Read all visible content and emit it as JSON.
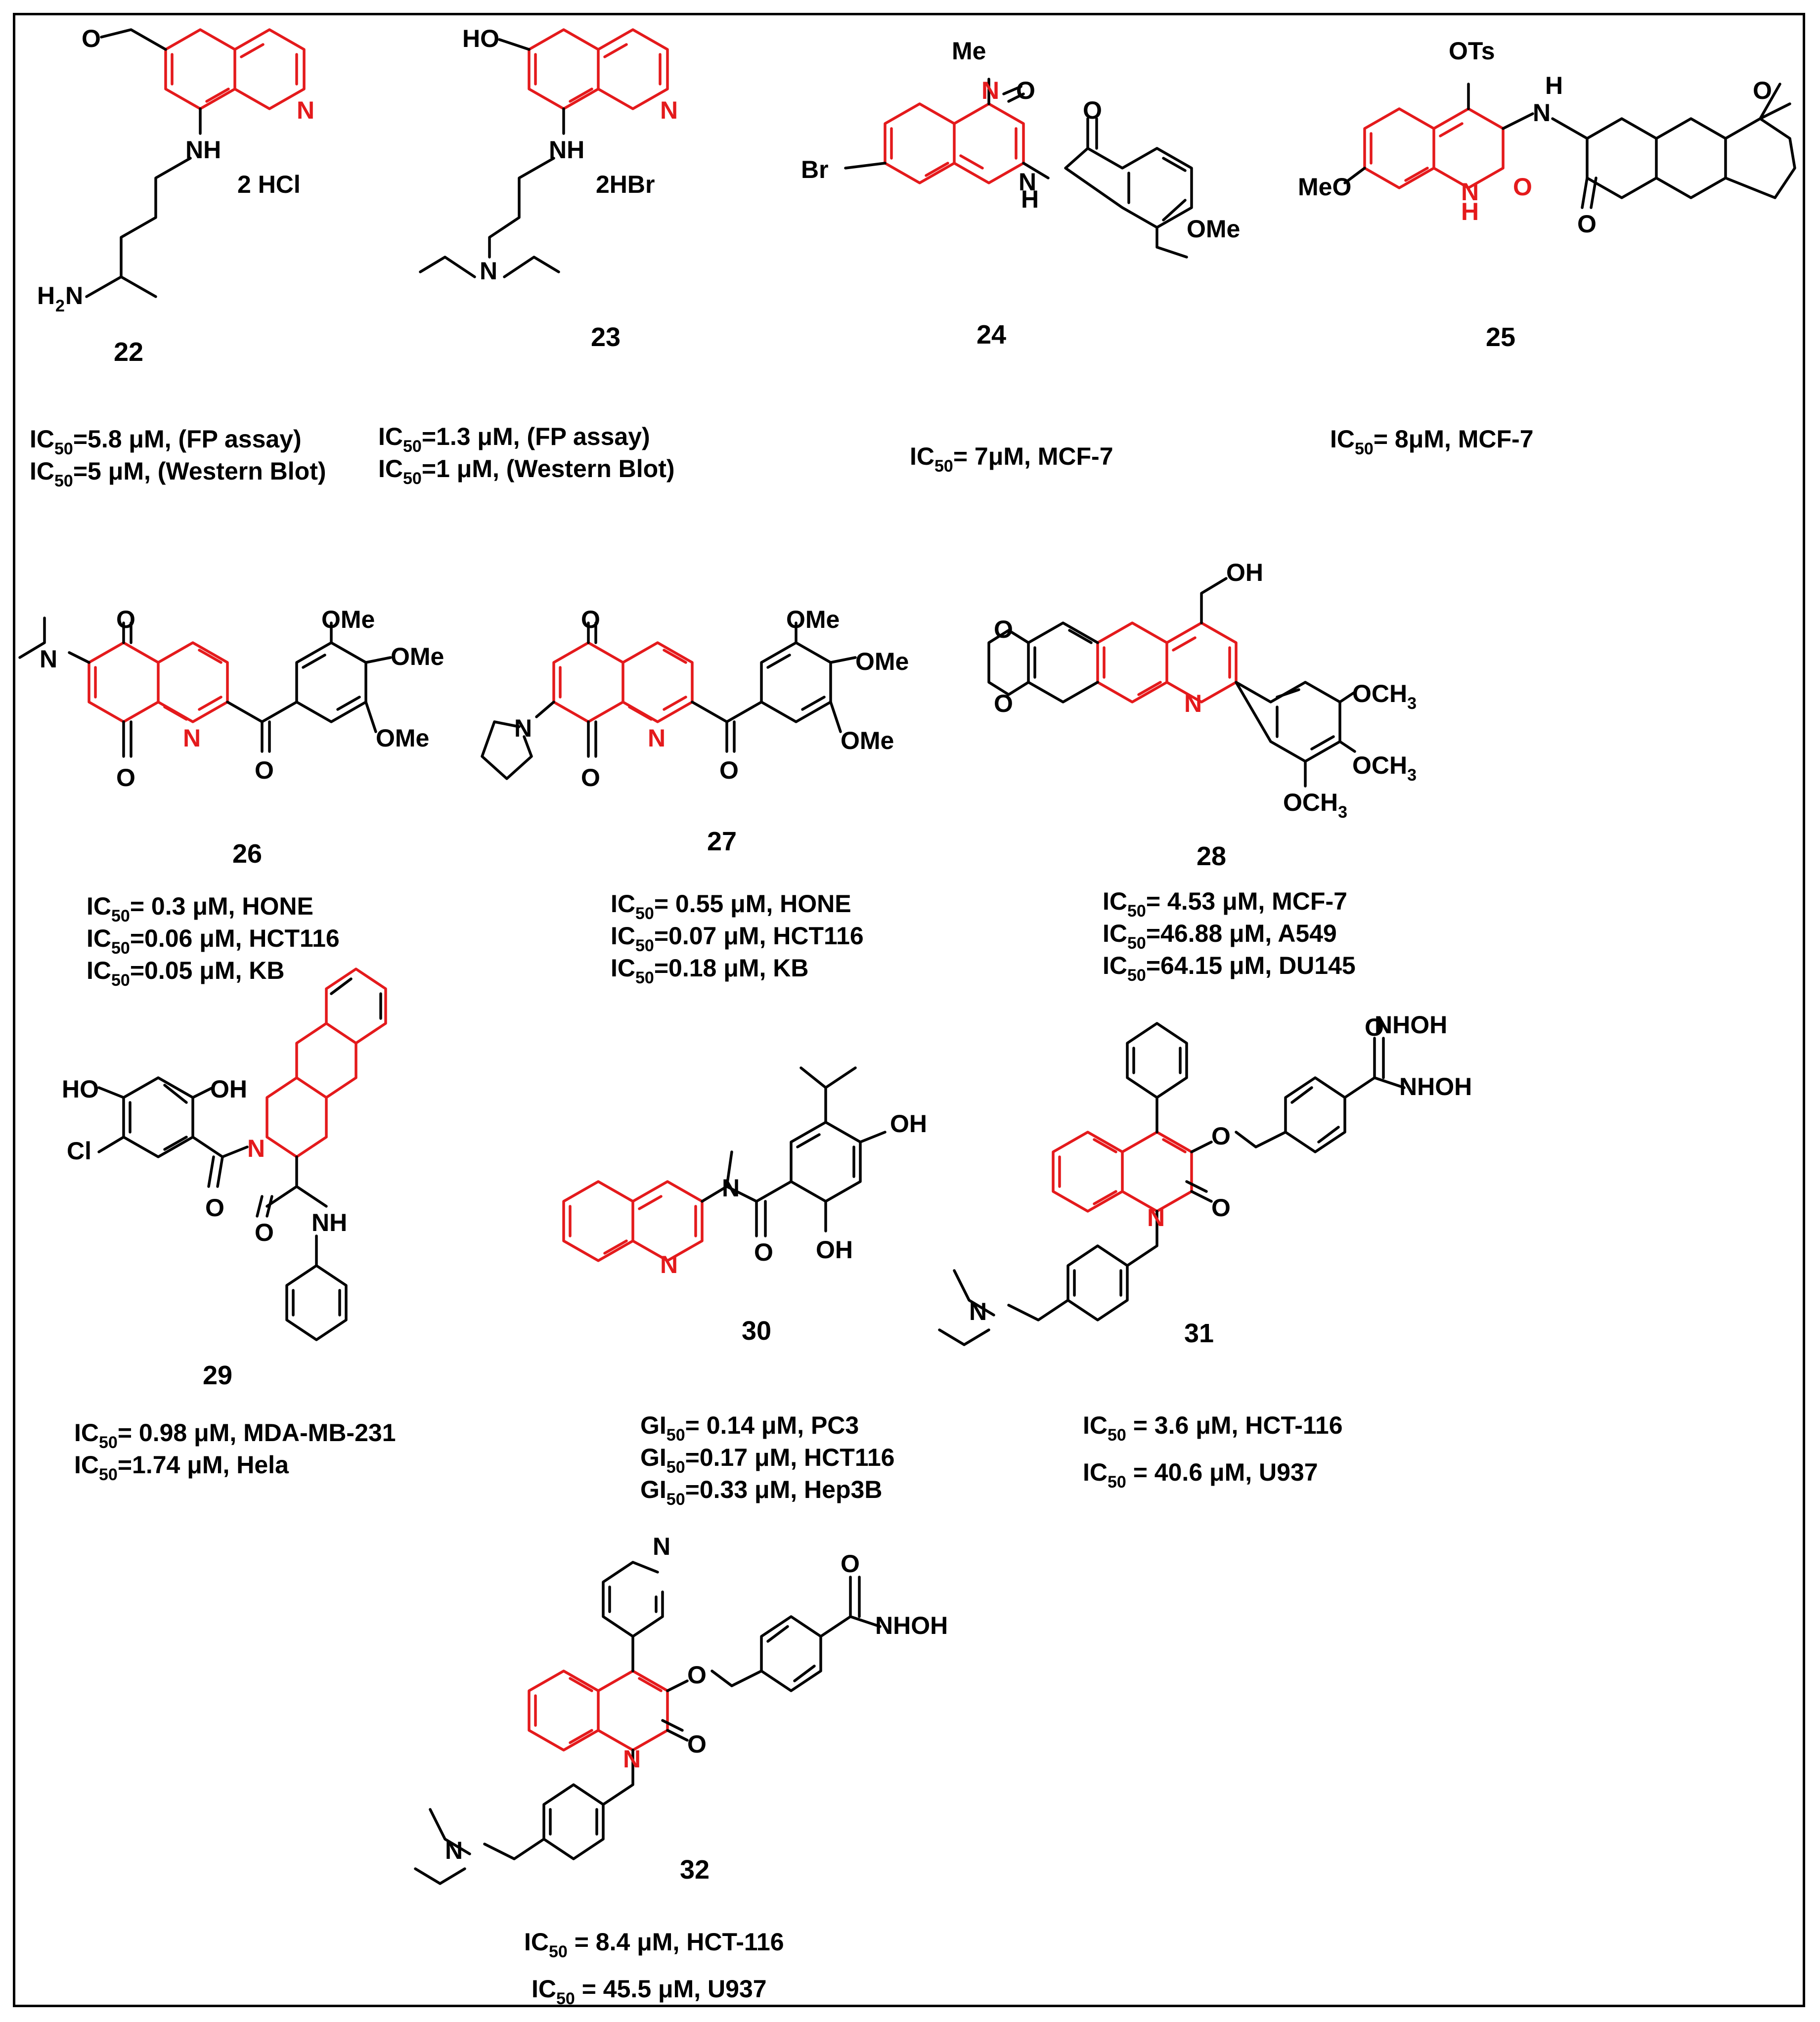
{
  "colors": {
    "scaffold": "#e41a1c",
    "text": "#000000",
    "border": "#000000",
    "background": "#ffffff"
  },
  "compounds": [
    {
      "id": "22",
      "salt": "2 HCl",
      "atoms": [
        "O",
        "N",
        "NH",
        "H",
        "2",
        "N"
      ],
      "activities": [
        {
          "prefix": "IC",
          "sub": "50",
          "text": "=5.8 μM, (FP assay)"
        },
        {
          "prefix": "IC",
          "sub": "50",
          "text": "=5 μM, (Western Blot)"
        }
      ]
    },
    {
      "id": "23",
      "salt": "2HBr",
      "atoms": [
        "HO",
        "N",
        "NH",
        "N"
      ],
      "activities": [
        {
          "prefix": "IC",
          "sub": "50",
          "text": "=1.3 μM, (FP assay)"
        },
        {
          "prefix": "IC",
          "sub": "50",
          "text": "=1 μM, (Western Blot)"
        }
      ]
    },
    {
      "id": "24",
      "atoms": [
        "Me",
        "N",
        "O",
        "Br",
        "O",
        "N",
        "H",
        "OMe"
      ],
      "activities": [
        {
          "prefix": "IC",
          "sub": "50",
          "text": "= 7μM, MCF-7"
        }
      ]
    },
    {
      "id": "25",
      "atoms": [
        "OTs",
        "H",
        "N",
        "O",
        "MeO",
        "N",
        "H",
        "O",
        "O"
      ],
      "activities": [
        {
          "prefix": "IC",
          "sub": "50",
          "text": "= 8μM, MCF-7"
        }
      ]
    },
    {
      "id": "26",
      "atoms": [
        "O",
        "N",
        "O",
        "N",
        "O",
        "OMe",
        "OMe",
        "OMe"
      ],
      "activities": [
        {
          "prefix": "IC",
          "sub": "50",
          "text": "= 0.3 μM, HONE"
        },
        {
          "prefix": "IC",
          "sub": "50",
          "text": "=0.06 μM, HCT116"
        },
        {
          "prefix": "IC",
          "sub": "50",
          "text": "=0.05 μM, KB"
        }
      ]
    },
    {
      "id": "27",
      "atoms": [
        "O",
        "N",
        "O",
        "N",
        "O",
        "OMe",
        "OMe",
        "OMe"
      ],
      "activities": [
        {
          "prefix": "IC",
          "sub": "50",
          "text": "= 0.55 μM, HONE"
        },
        {
          "prefix": "IC",
          "sub": "50",
          "text": "=0.07 μM, HCT116"
        },
        {
          "prefix": "IC",
          "sub": "50",
          "text": "=0.18 μM, KB"
        }
      ]
    },
    {
      "id": "28",
      "atoms": [
        "OH",
        "O",
        "O",
        "N",
        "OCH",
        "3",
        "OCH",
        "3",
        "OCH",
        "3"
      ],
      "activities": [
        {
          "prefix": "IC",
          "sub": "50",
          "text": "= 4.53 μM, MCF-7"
        },
        {
          "prefix": "IC",
          "sub": "50",
          "text": "=46.88 μM, A549"
        },
        {
          "prefix": "IC",
          "sub": "50",
          "text": "=64.15 μM, DU145"
        }
      ]
    },
    {
      "id": "29",
      "atoms": [
        "HO",
        "OH",
        "Cl",
        "N",
        "O",
        "O",
        "NH"
      ],
      "activities": [
        {
          "prefix": "IC",
          "sub": "50",
          "text": "= 0.98 μM, MDA-MB-231"
        },
        {
          "prefix": "IC",
          "sub": "50",
          "text": "=1.74 μM, Hela"
        }
      ]
    },
    {
      "id": "30",
      "atoms": [
        "OH",
        "N",
        "O",
        "OH",
        "N"
      ],
      "activities": [
        {
          "prefix": "GI",
          "sub": "50",
          "text": "= 0.14 μM, PC3"
        },
        {
          "prefix": "GI",
          "sub": "50",
          "text": "=0.17 μM, HCT116"
        },
        {
          "prefix": "GI",
          "sub": "50",
          "text": "=0.33 μM, Hep3B"
        }
      ]
    },
    {
      "id": "31",
      "atoms": [
        "O",
        "NHOH",
        "O",
        "N",
        "O",
        "N"
      ],
      "activities": [
        {
          "prefix": "IC",
          "sub": "50",
          "text": " = 3.6 μM, HCT-116"
        },
        {
          "prefix": "IC",
          "sub": "50",
          "text": " = 40.6 μM, U937"
        }
      ]
    },
    {
      "id": "32",
      "atoms": [
        "N",
        "O",
        "NHOH",
        "O",
        "N",
        "O",
        "N"
      ],
      "activities": [
        {
          "prefix": "IC",
          "sub": "50",
          "text": " = 8.4 μM, HCT-116"
        },
        {
          "prefix": "IC",
          "sub": "50",
          "text": " = 45.5  μM, U937"
        }
      ]
    }
  ]
}
